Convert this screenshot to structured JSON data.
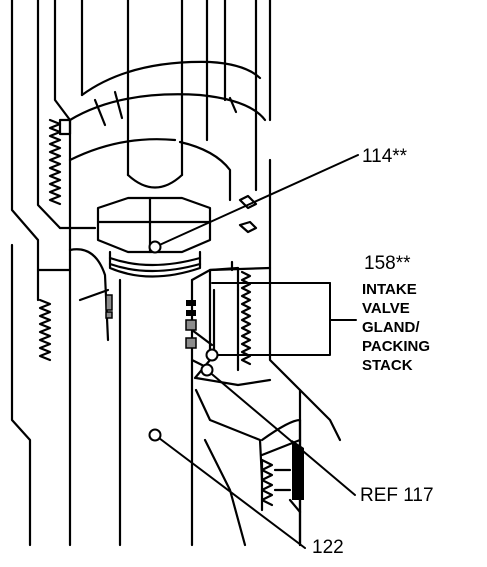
{
  "callouts": {
    "part_114": "114**",
    "part_158": "158**",
    "part_158_desc": [
      "INTAKE",
      "VALVE",
      "GLAND/",
      "PACKING",
      "STACK"
    ],
    "ref_117": "REF 117",
    "part_122": "122"
  },
  "colors": {
    "ink": "#000000",
    "background": "#ffffff",
    "packing_gray": "#8c8c8c"
  }
}
